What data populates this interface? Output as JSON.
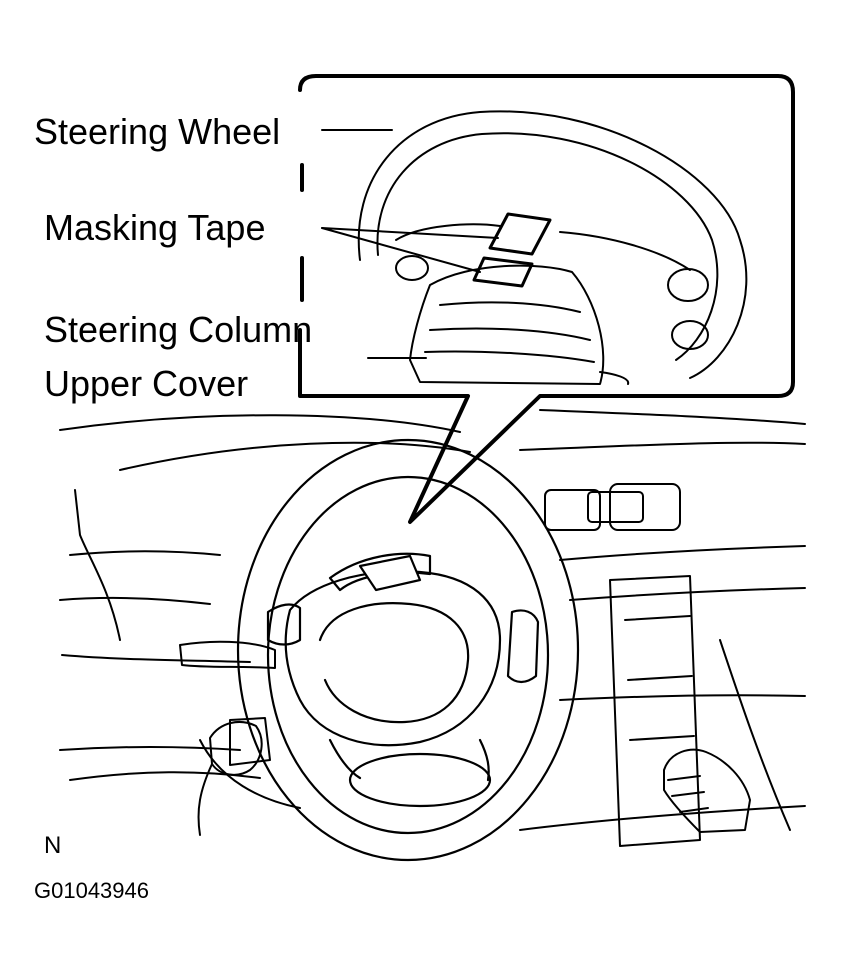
{
  "labels": {
    "steering_wheel": "Steering Wheel",
    "masking_tape": "Masking Tape",
    "column_cover_line1": "Steering Column",
    "column_cover_line2": "Upper Cover",
    "view_code": "N",
    "figure_id": "G01043946"
  },
  "colors": {
    "ink": "#000000",
    "paper": "#ffffff"
  }
}
